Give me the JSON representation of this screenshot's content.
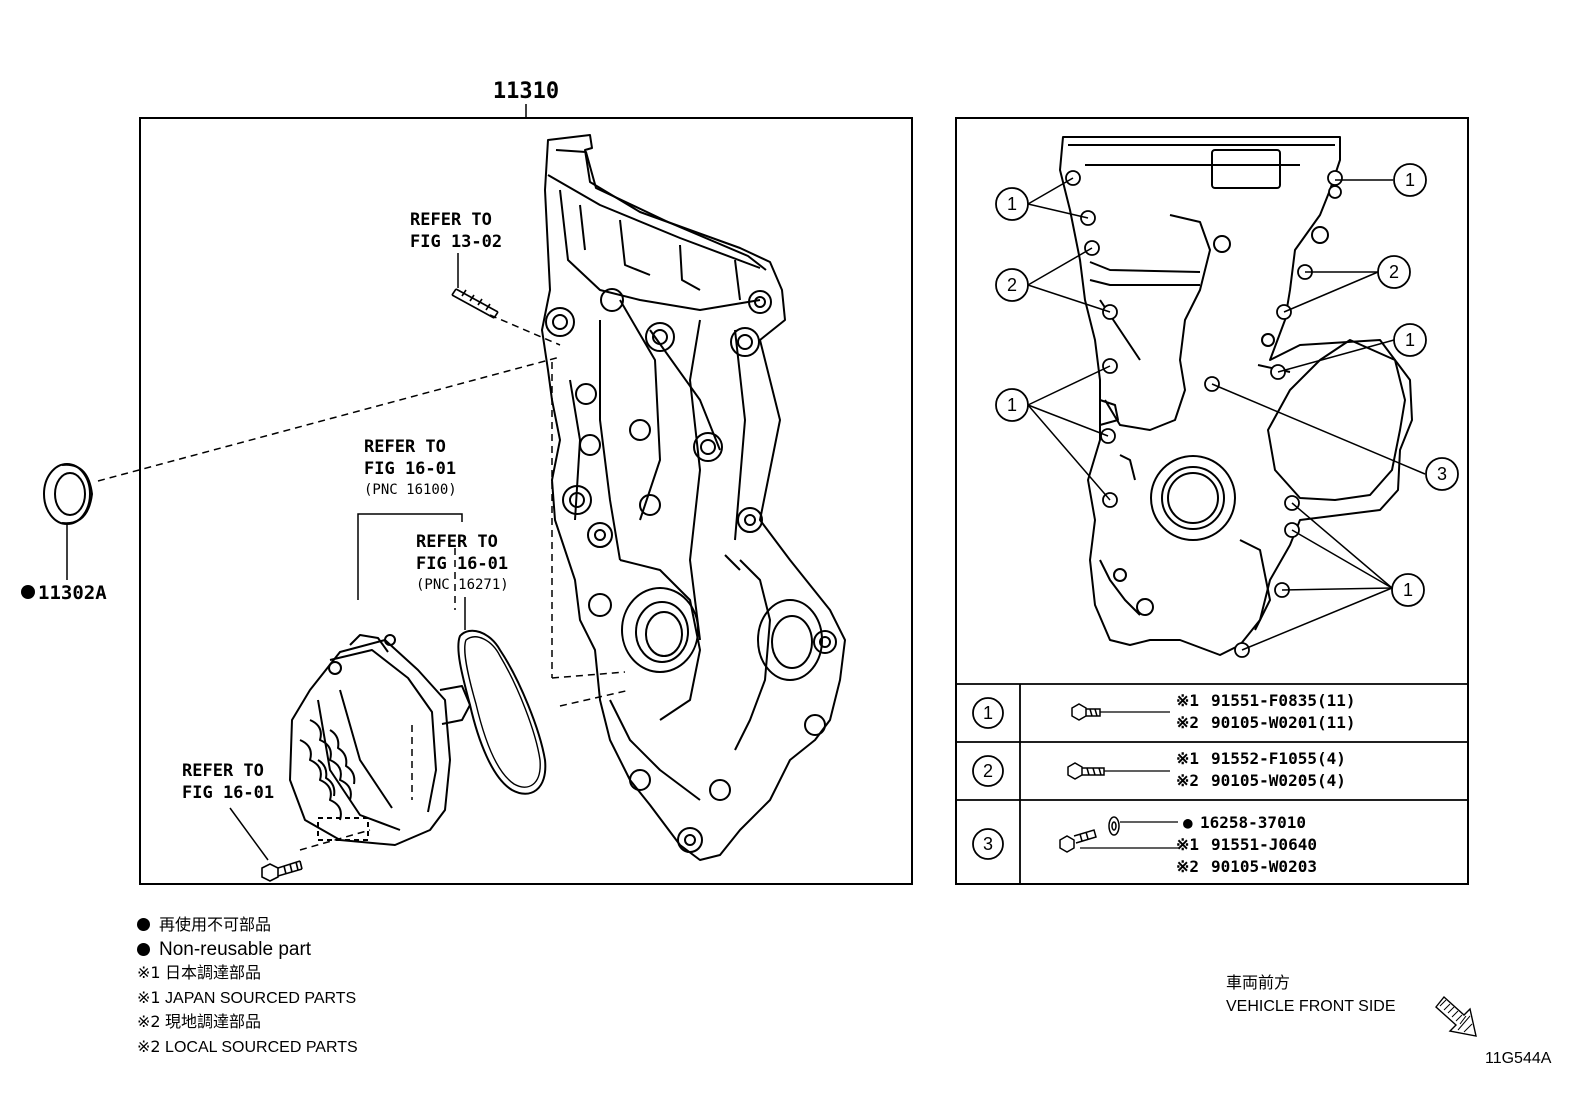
{
  "diagram": {
    "main_part_number": "11310",
    "oil_seal_part": "11302A",
    "callouts": {
      "stud": {
        "line1": "REFER TO",
        "line2": "FIG 13-02"
      },
      "water_pump": {
        "line1": "REFER TO",
        "line2": "FIG 16-01",
        "pnc": "(PNC 16100)"
      },
      "gasket": {
        "line1": "REFER TO",
        "line2": "FIG 16-01",
        "pnc": "(PNC 16271)"
      },
      "pump_bolt": {
        "line1": "REFER TO",
        "line2": "FIG 16-01"
      }
    },
    "bolt_markers": [
      "1",
      "1",
      "1",
      "1",
      "1",
      "1",
      "2",
      "2",
      "3"
    ]
  },
  "bolt_table": {
    "rows": [
      {
        "key": "1",
        "parts": [
          {
            "mark": "※1",
            "number": "91551-F0835(11)"
          },
          {
            "mark": "※2",
            "number": "90105-W0201(11)"
          }
        ]
      },
      {
        "key": "2",
        "parts": [
          {
            "mark": "※1",
            "number": "91552-F1055(4)"
          },
          {
            "mark": "※2",
            "number": "90105-W0205(4)"
          }
        ]
      },
      {
        "key": "3",
        "parts": [
          {
            "mark": "●",
            "number": "16258-37010"
          },
          {
            "mark": "※1",
            "number": "91551-J0640"
          },
          {
            "mark": "※2",
            "number": "90105-W0203"
          }
        ]
      }
    ]
  },
  "legend": {
    "nonreusable_jp": "再使用不可部品",
    "nonreusable_en": "Non-reusable part",
    "mark1": "※1",
    "mark2": "※2",
    "japan_jp": "日本調達部品",
    "japan_en": "JAPAN SOURCED PARTS",
    "local_jp": "現地調達部品",
    "local_en": "LOCAL SOURCED PARTS"
  },
  "direction": {
    "jp": "車両前方",
    "en": "VEHICLE FRONT SIDE"
  },
  "figure_code": "11G544A"
}
